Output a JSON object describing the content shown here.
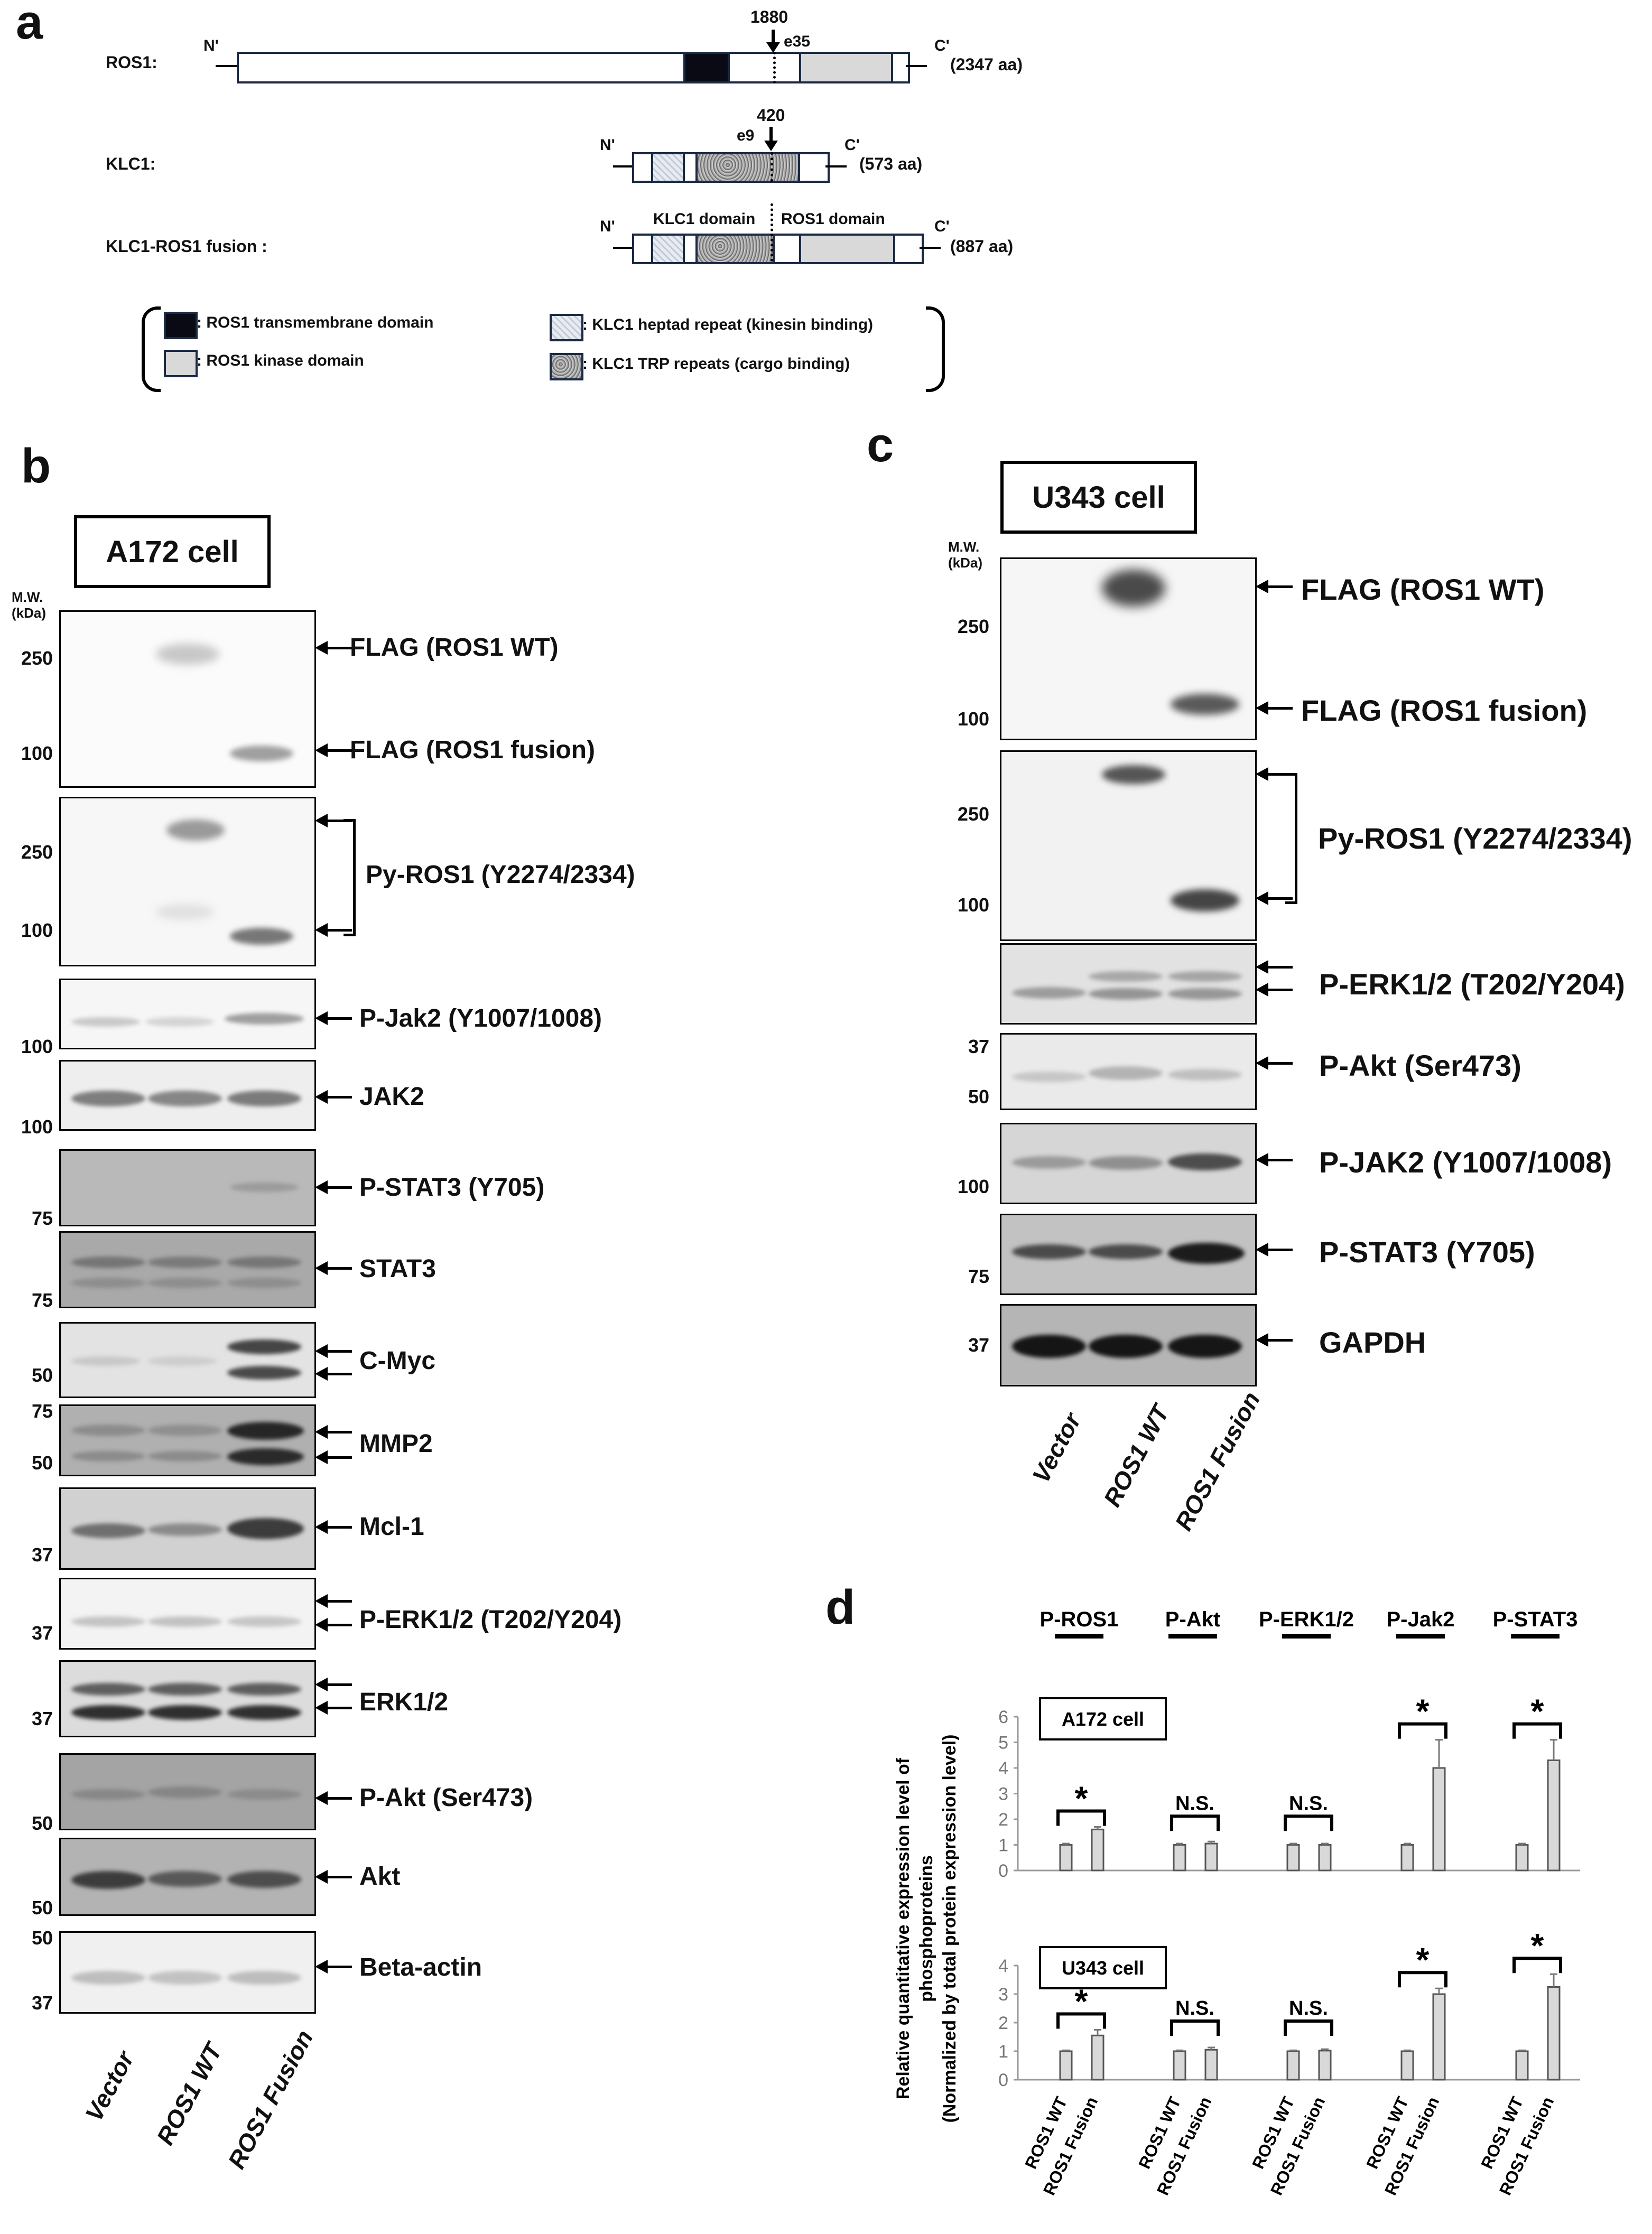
{
  "panel_a": {
    "letter": "a",
    "ros1": {
      "label": "ROS1:",
      "n": "N'",
      "c": "C'",
      "size": "(2347 aa)",
      "pos": "1880",
      "exon": "e35"
    },
    "klc1": {
      "label": "KLC1:",
      "n": "N'",
      "c": "C'",
      "size": "(573 aa)",
      "pos": "420",
      "exon": "e9"
    },
    "fusion": {
      "label": "KLC1-ROS1 fusion :",
      "n": "N'",
      "c": "C'",
      "size": "(887 aa)",
      "klc1_domain": "KLC1 domain",
      "ros1_domain": "ROS1 domain"
    },
    "legend": {
      "tm": ": ROS1 transmembrane domain",
      "kinase": ": ROS1 kinase domain",
      "heptad": ": KLC1 heptad repeat (kinesin binding)",
      "trp": ": KLC1 TRP repeats (cargo binding)"
    }
  },
  "panel_b": {
    "letter": "b",
    "cell": "A172 cell",
    "mw_header": "M.W.\n(kDa)",
    "blots": [
      {
        "label": "FLAG (ROS1 WT)",
        "mw": "250"
      },
      {
        "label": "FLAG (ROS1 fusion)",
        "mw": "100"
      },
      {
        "label": "Py-ROS1 (Y2274/2334)",
        "mw_top": "250",
        "mw_bottom": "100"
      },
      {
        "label": "P-Jak2 (Y1007/1008)",
        "mw": "100"
      },
      {
        "label": "JAK2",
        "mw": "100"
      },
      {
        "label": "P-STAT3 (Y705)",
        "mw": "75"
      },
      {
        "label": "STAT3",
        "mw": "75"
      },
      {
        "label": "C-Myc",
        "mw": "50"
      },
      {
        "label": "MMP2",
        "mw_top": "75",
        "mw_bottom": "50"
      },
      {
        "label": "Mcl-1",
        "mw": "37"
      },
      {
        "label": "P-ERK1/2 (T202/Y204)",
        "mw": "37"
      },
      {
        "label": "ERK1/2",
        "mw": "37"
      },
      {
        "label": "P-Akt (Ser473)",
        "mw": "50"
      },
      {
        "label": "Akt",
        "mw": "50"
      },
      {
        "label": "Beta-actin",
        "mw_top": "50",
        "mw_bottom": "37"
      }
    ],
    "lanes": [
      "Vector",
      "ROS1 WT",
      "ROS1 Fusion"
    ]
  },
  "panel_c": {
    "letter": "c",
    "cell": "U343 cell",
    "mw_header": "M.W.\n(kDa)",
    "blots": [
      {
        "label": "FLAG (ROS1 WT)",
        "mw": "250"
      },
      {
        "label": "FLAG (ROS1 fusion)",
        "mw": "100"
      },
      {
        "label": "Py-ROS1 (Y2274/2334)",
        "mw_top": "250",
        "mw_bottom": "100"
      },
      {
        "label": "P-ERK1/2 (T202/Y204)",
        "mw": "37"
      },
      {
        "label": "P-Akt (Ser473)",
        "mw": "50"
      },
      {
        "label": "P-JAK2 (Y1007/1008)",
        "mw": "100"
      },
      {
        "label": "P-STAT3 (Y705)",
        "mw": "75"
      },
      {
        "label": "GAPDH",
        "mw": "37"
      }
    ],
    "lanes": [
      "Vector",
      "ROS1 WT",
      "ROS1 Fusion"
    ]
  },
  "panel_d": {
    "letter": "d",
    "ylabel_lines": [
      "Relative quantitative expression level of",
      "phosphoproteins",
      "(Normalized by total protein expression level)"
    ],
    "groups": [
      "P-ROS1",
      "P-Akt",
      "P-ERK1/2",
      "P-Jak2",
      "P-STAT3"
    ],
    "xtick_labels": [
      "ROS1 WT",
      "ROS1 Fusion"
    ],
    "sig_marks": [
      "*",
      "N.S.",
      "N.S.",
      "*",
      "*"
    ]
  },
  "chart_data": [
    {
      "type": "bar",
      "title": "A172 cell",
      "categories": [
        "P-ROS1",
        "P-Akt",
        "P-ERK1/2",
        "P-Jak2",
        "P-STAT3"
      ],
      "series": [
        {
          "name": "ROS1 WT",
          "values": [
            1.0,
            1.0,
            1.0,
            1.0,
            1.0
          ],
          "errors": [
            0.05,
            0.05,
            0.05,
            0.05,
            0.05
          ]
        },
        {
          "name": "ROS1 Fusion",
          "values": [
            1.6,
            1.05,
            1.0,
            4.0,
            4.3
          ],
          "errors": [
            0.1,
            0.08,
            0.05,
            1.1,
            0.8
          ]
        }
      ],
      "yticks": [
        0,
        1,
        2,
        3,
        4,
        5,
        6
      ],
      "ylim": [
        0,
        6
      ]
    },
    {
      "type": "bar",
      "title": "U343 cell",
      "categories": [
        "P-ROS1",
        "P-Akt",
        "P-ERK1/2",
        "P-Jak2",
        "P-STAT3"
      ],
      "series": [
        {
          "name": "ROS1 WT",
          "values": [
            1.0,
            1.0,
            1.0,
            1.0,
            1.0
          ],
          "errors": [
            0.03,
            0.03,
            0.03,
            0.03,
            0.03
          ]
        },
        {
          "name": "ROS1 Fusion",
          "values": [
            1.55,
            1.05,
            1.02,
            3.0,
            3.25
          ],
          "errors": [
            0.2,
            0.08,
            0.05,
            0.2,
            0.45
          ]
        }
      ],
      "yticks": [
        0,
        1,
        2,
        3,
        4
      ],
      "ylim": [
        0,
        4
      ]
    }
  ]
}
